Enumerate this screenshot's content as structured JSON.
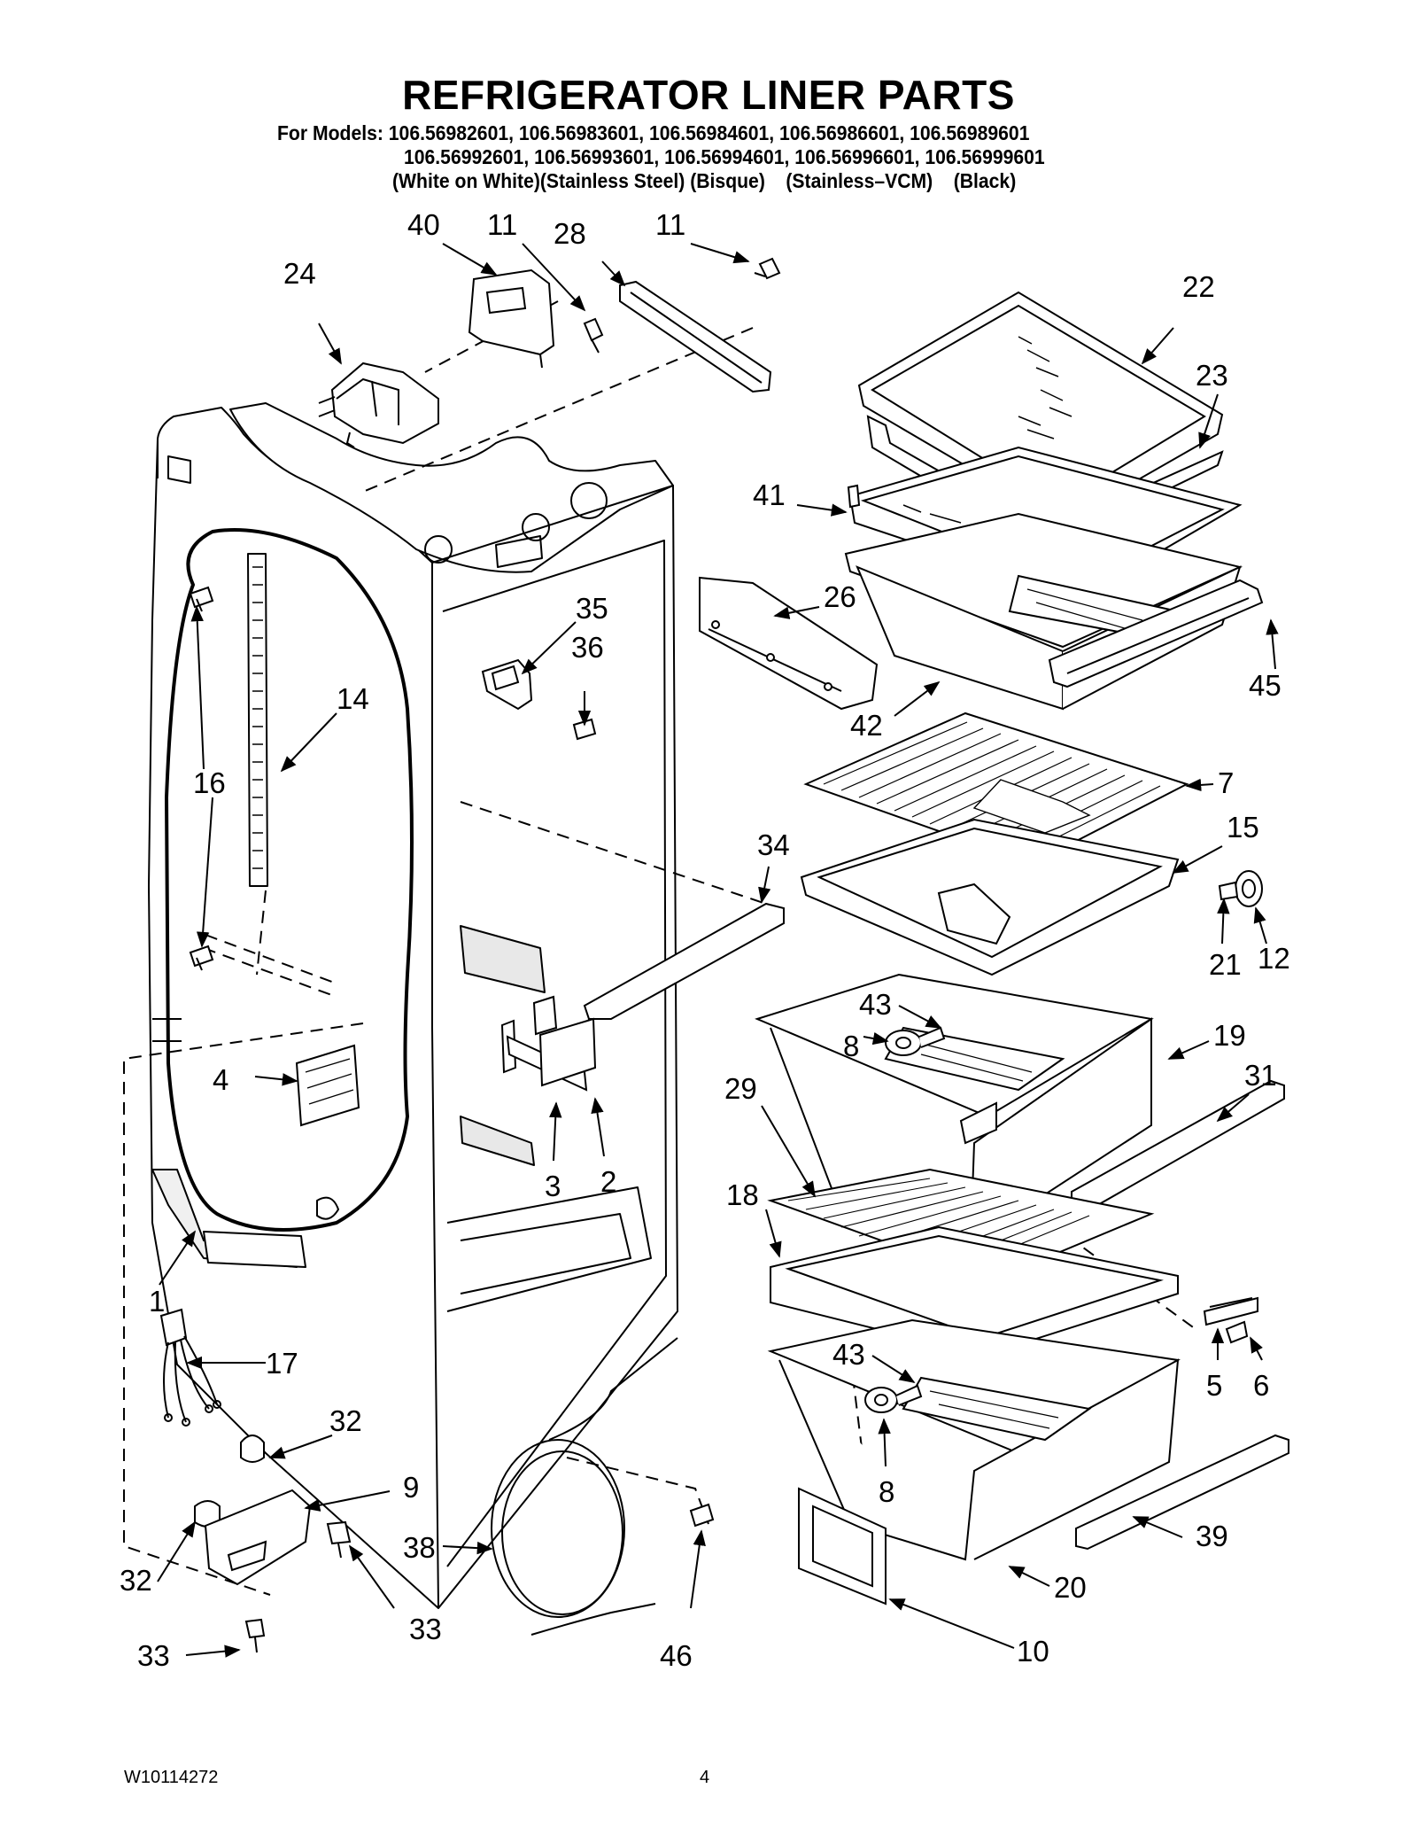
{
  "page": {
    "title": "REFRIGERATOR LINER PARTS",
    "models_line1": "For Models: 106.56982601, 106.56983601, 106.56984601, 106.56986601, 106.56989601",
    "models_line2": "106.56992601, 106.56993601, 106.56994601, 106.56996601, 106.56999601",
    "finishes_line": "(White on White)(Stainless Steel) (Bisque)    (Stainless–VCM)    (Black)",
    "document_number": "W10114272",
    "page_number": "4"
  },
  "part_callouts": [
    "40",
    "11",
    "28",
    "11",
    "24",
    "22",
    "23",
    "41",
    "26",
    "45",
    "42",
    "35",
    "36",
    "14",
    "16",
    "7",
    "15",
    "34",
    "12",
    "21",
    "43",
    "8",
    "19",
    "31",
    "29",
    "4",
    "18",
    "3",
    "2",
    "1",
    "5",
    "6",
    "17",
    "43",
    "8",
    "32",
    "9",
    "39",
    "38",
    "33",
    "20",
    "32",
    "33",
    "10",
    "46"
  ]
}
